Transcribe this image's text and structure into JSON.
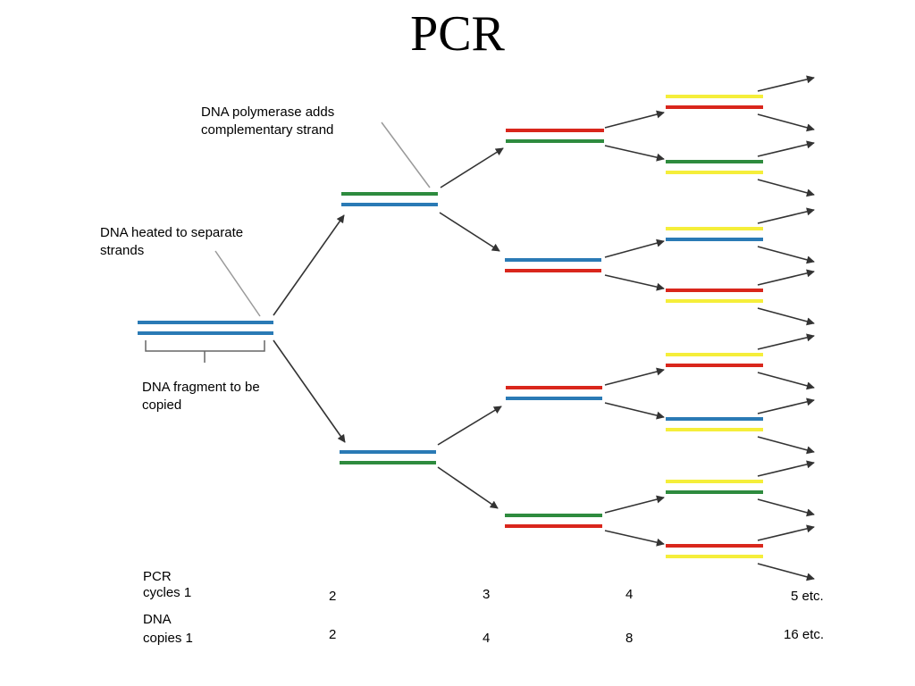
{
  "title": "PCR",
  "annotations": {
    "polymerase": [
      "DNA polymerase adds",
      "complementary strand"
    ],
    "heated": [
      "DNA heated to separate",
      "strands"
    ],
    "fragment": [
      "DNA fragment to be",
      "copied"
    ]
  },
  "rows": {
    "cycles_label": [
      "PCR",
      "cycles 1"
    ],
    "copies_label": [
      "DNA",
      "copies 1"
    ],
    "cycles": [
      "2",
      "3",
      "4",
      "5 etc."
    ],
    "copies": [
      "2",
      "4",
      "8",
      "16 etc."
    ]
  },
  "colors": {
    "blue": "#2a7ab5",
    "green": "#2e8b3e",
    "red": "#d9261c",
    "yellow": "#f5ee3a",
    "arrow": "#333333",
    "pointer": "#9a9a9a"
  }
}
